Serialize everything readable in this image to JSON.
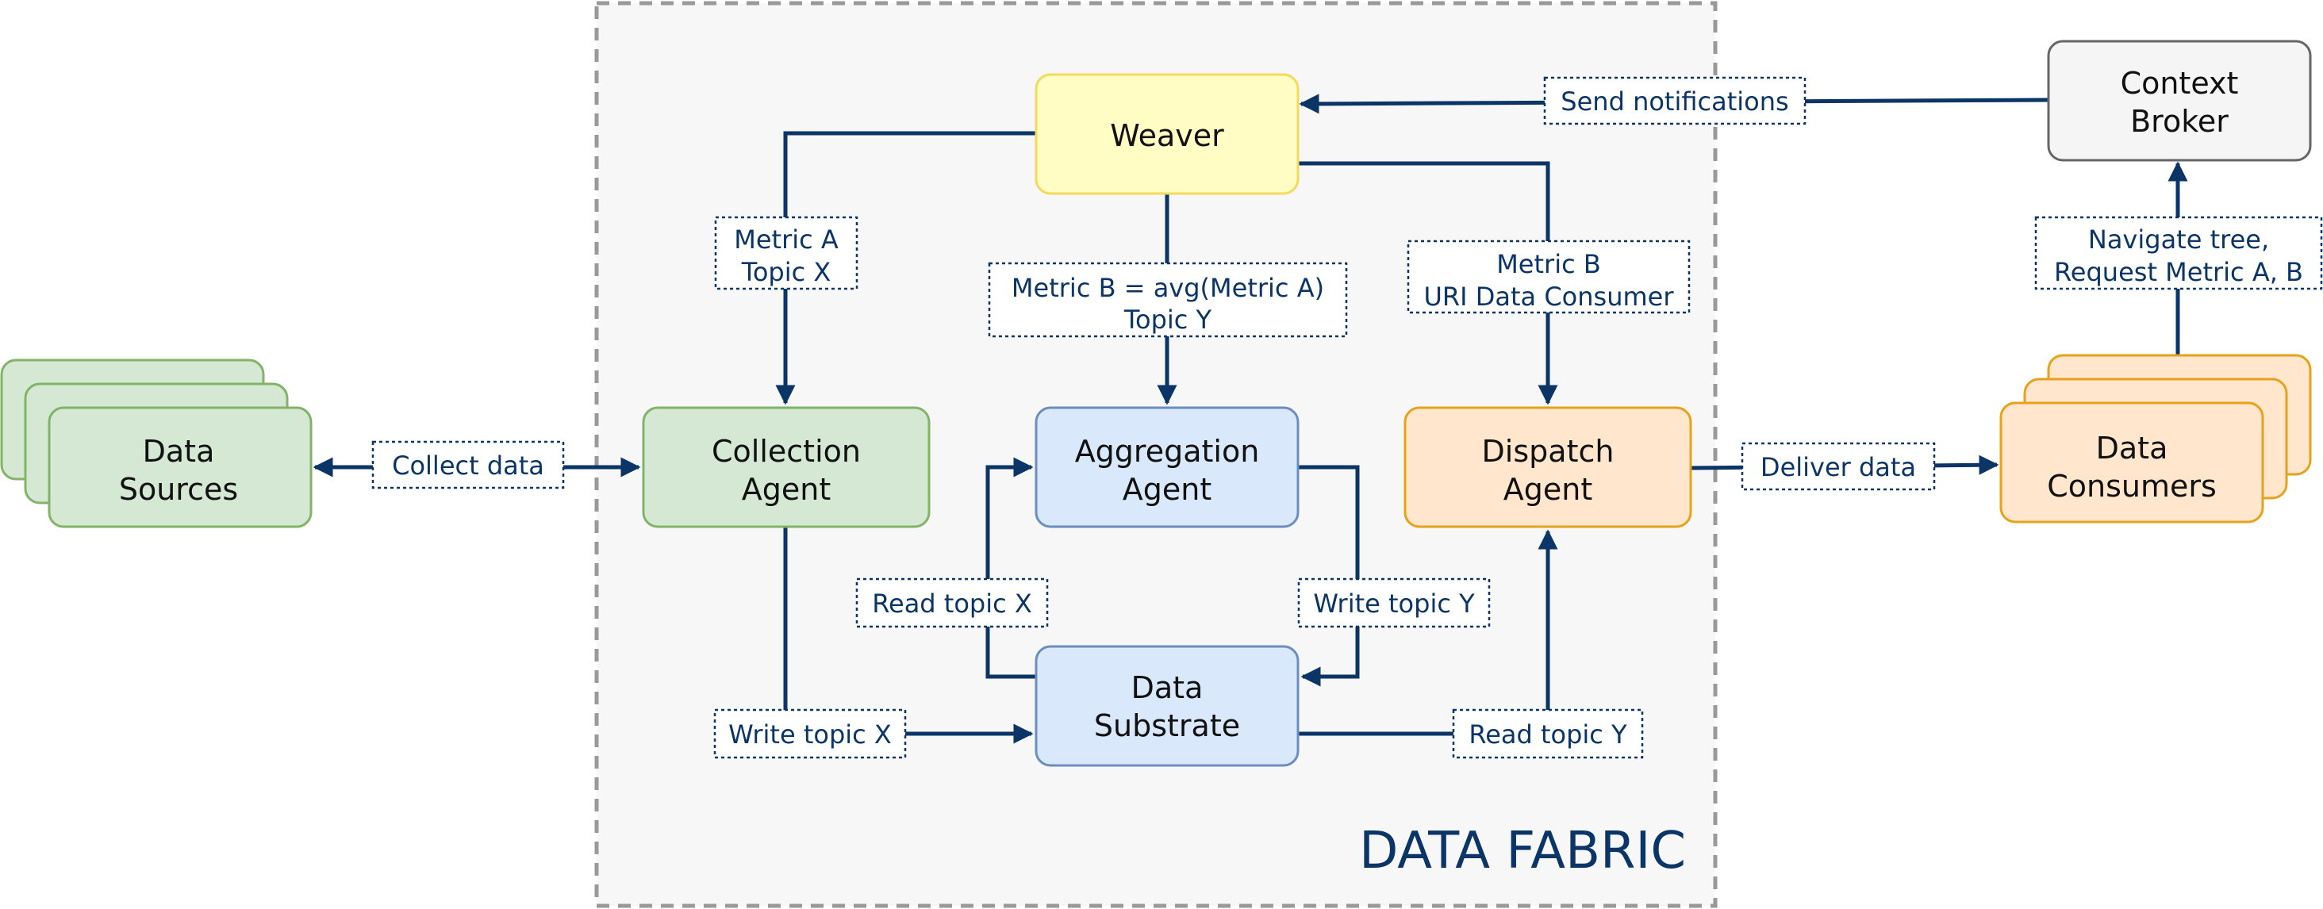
{
  "fabric": {
    "title": "DATA FABRIC"
  },
  "nodes": {
    "weaver": {
      "line1": "Weaver"
    },
    "context_broker": {
      "line1": "Context",
      "line2": "Broker"
    },
    "data_sources": {
      "line1": "Data",
      "line2": "Sources"
    },
    "collection_agent": {
      "line1": "Collection",
      "line2": "Agent"
    },
    "aggregation_agent": {
      "line1": "Aggregation",
      "line2": "Agent"
    },
    "dispatch_agent": {
      "line1": "Dispatch",
      "line2": "Agent"
    },
    "data_substrate": {
      "line1": "Data",
      "line2": "Substrate"
    },
    "data_consumers": {
      "line1": "Data",
      "line2": "Consumers"
    }
  },
  "labels": {
    "send_notifications": {
      "line1": "Send notifications"
    },
    "metric_a_topic_x": {
      "line1": "Metric A",
      "line2": "Topic X"
    },
    "metric_b_avg": {
      "line1": "Metric B = avg(Metric A)",
      "line2": "Topic Y"
    },
    "metric_b_uri": {
      "line1": "Metric B",
      "line2": "URI Data Consumer"
    },
    "navigate_tree": {
      "line1": "Navigate tree,",
      "line2": "Request Metric A, B"
    },
    "collect_data": {
      "line1": "Collect data"
    },
    "deliver_data": {
      "line1": "Deliver data"
    },
    "read_topic_x": {
      "line1": "Read topic X"
    },
    "write_topic_y": {
      "line1": "Write topic Y"
    },
    "write_topic_x": {
      "line1": "Write topic X"
    },
    "read_topic_y": {
      "line1": "Read topic Y"
    }
  },
  "colors": {
    "edge": "#0b3566",
    "weaver_fill": "#fffcc4",
    "weaver_stroke": "#f2da5c",
    "green_fill": "#d5e8d4",
    "green_stroke": "#82b366",
    "blue_fill": "#dae8fc",
    "blue_stroke": "#6c8ebf",
    "orange_fill": "#ffe6cc",
    "orange_stroke": "#e6a21a",
    "gray_fill": "#f5f5f5",
    "gray_stroke": "#666666",
    "fabric_fill": "#f7f7f7",
    "fabric_stroke": "#999999"
  }
}
